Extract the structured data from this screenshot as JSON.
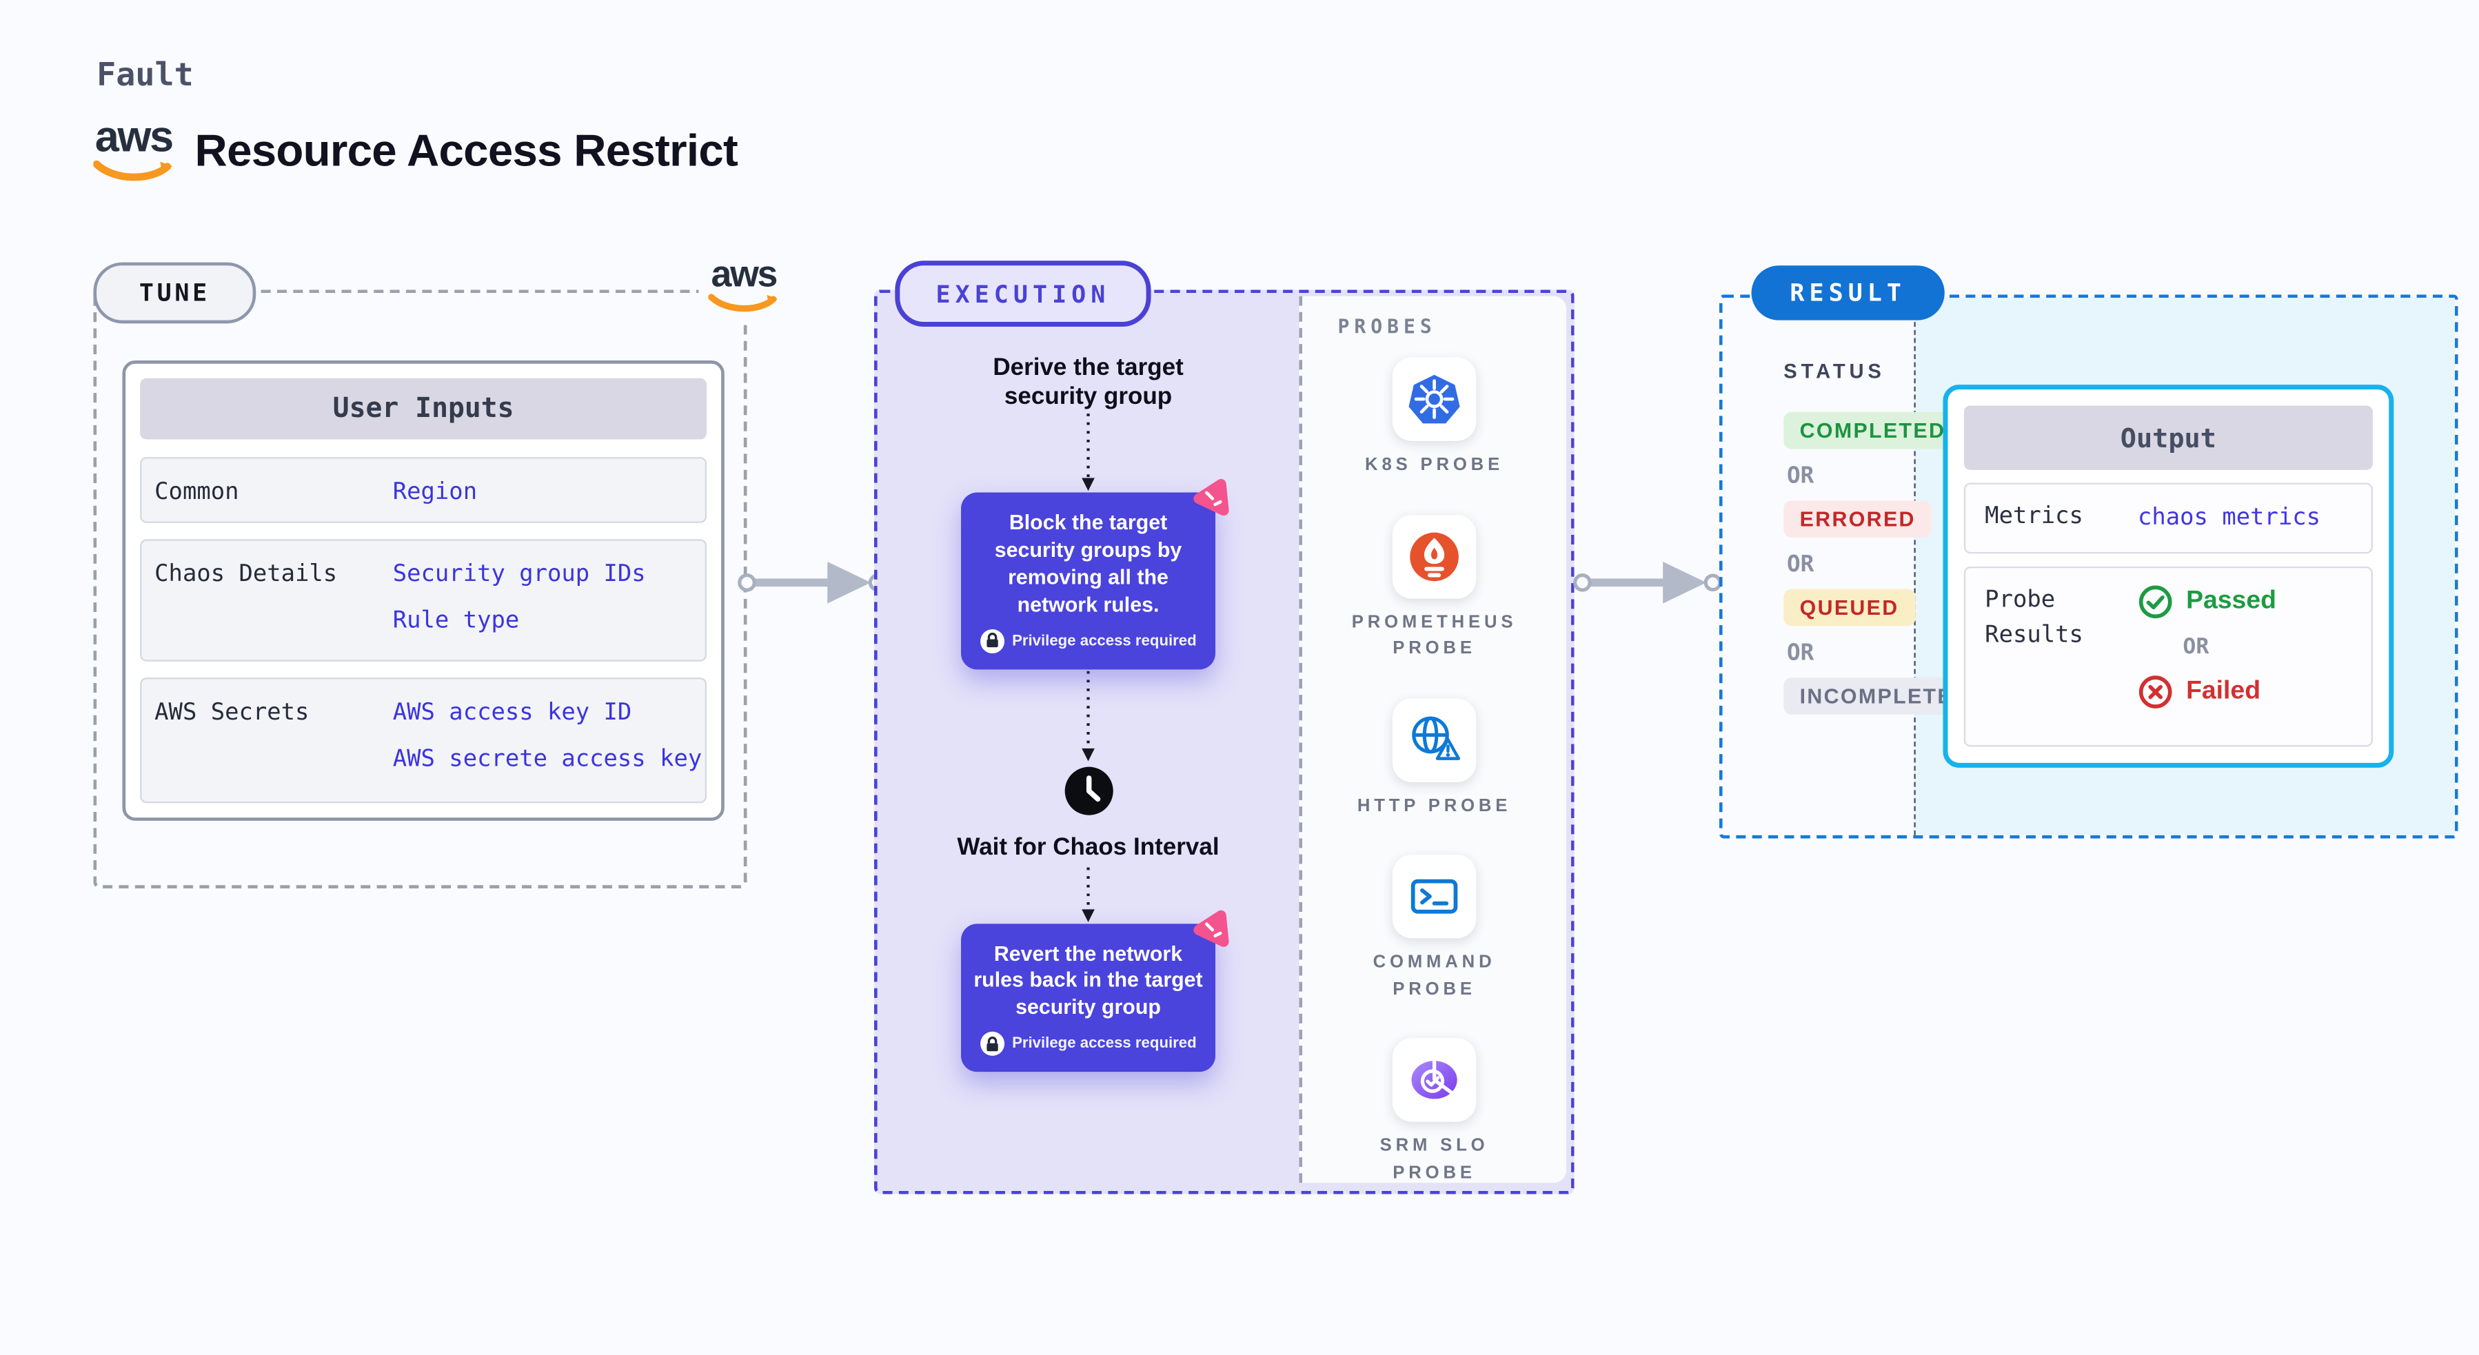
{
  "header": {
    "kicker": "Fault",
    "aws_logo_text": "aws",
    "title": "Resource Access Restrict"
  },
  "tune": {
    "badge_label": "TUNE",
    "aws_logo_text": "aws",
    "user_inputs": {
      "header": "User Inputs",
      "rows": [
        {
          "label": "Common",
          "values": [
            "Region"
          ]
        },
        {
          "label": "Chaos Details",
          "values": [
            "Security group IDs",
            "Rule type"
          ]
        },
        {
          "label": "AWS Secrets",
          "values": [
            "AWS access key ID",
            "AWS secrete access key"
          ]
        }
      ]
    }
  },
  "execution": {
    "badge_label": "EXECUTION",
    "flow": {
      "derive_text": "Derive the target security group",
      "block_text": "Block the target security groups by removing all the network rules.",
      "privilege_label": "Privilege access required",
      "wait_text": "Wait for Chaos Interval",
      "revert_text": "Revert the network rules back in the target security group"
    },
    "probes": {
      "section_label": "PROBES",
      "items": [
        {
          "icon": "k8s-probe-icon",
          "label": "K8S PROBE"
        },
        {
          "icon": "prometheus-probe-icon",
          "label": "PROMETHEUS PROBE"
        },
        {
          "icon": "http-probe-icon",
          "label": "HTTP PROBE"
        },
        {
          "icon": "command-probe-icon",
          "label": "COMMAND PROBE"
        },
        {
          "icon": "srm-slo-probe-icon",
          "label": "SRM SLO PROBE"
        }
      ]
    }
  },
  "result": {
    "badge_label": "RESULT",
    "status": {
      "section_label": "STATUS",
      "or_label": "OR",
      "items": [
        {
          "label": "COMPLETED",
          "text_color": "#1d9440",
          "bg_color": "#dcf2dc"
        },
        {
          "label": "ERRORED",
          "text_color": "#c42727",
          "bg_color": "#fbe9e9"
        },
        {
          "label": "QUEUED",
          "text_color": "#c42727",
          "bg_color": "#faeec7"
        },
        {
          "label": "INCOMPLETED",
          "text_color": "#6a7084",
          "bg_color": "#e9eaf2"
        }
      ]
    },
    "output": {
      "header": "Output",
      "metrics_label": "Metrics",
      "metrics_value": "chaos metrics",
      "probe_results_label": "Probe Results",
      "or_label": "OR",
      "passed_label": "Passed",
      "failed_label": "Failed"
    }
  },
  "colors": {
    "aws_orange": "#f90",
    "indigo_box": "#4a43dc",
    "chaos_pink": "#f4548d",
    "result_blue": "#1273d4",
    "output_border_cyan": "#17b2ea",
    "passed_green": "#1d9b43",
    "failed_red": "#d23030",
    "execution_panel": "#e4e2f9",
    "result_panel": "#e7f5fc"
  }
}
